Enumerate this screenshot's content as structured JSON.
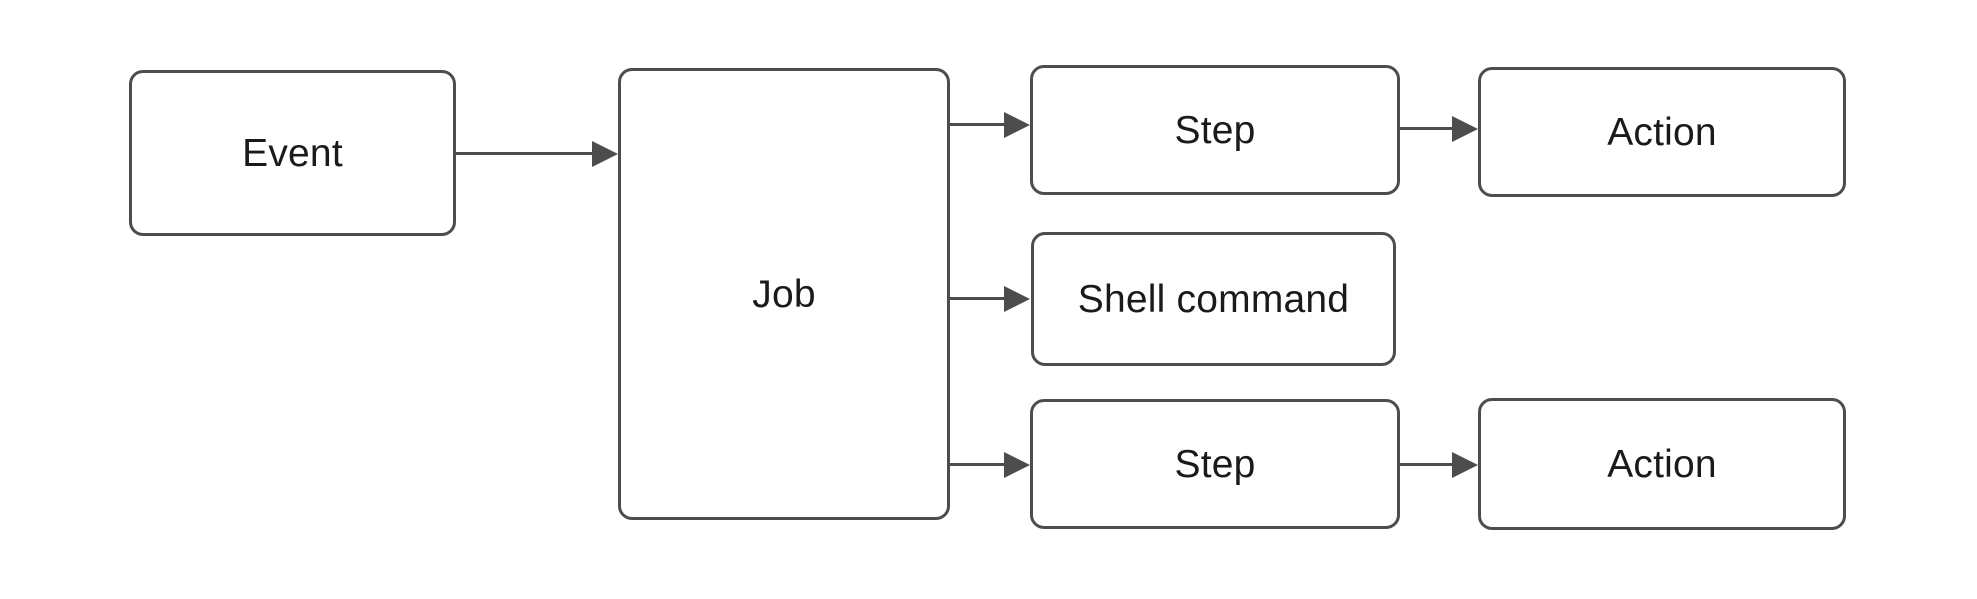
{
  "diagram": {
    "title": "Workflow event to job to steps diagram",
    "background_color": "#ffffff",
    "node_border_color": "#4d4d4d",
    "node_fill_color": "#ffffff",
    "connector_color": "#4d4d4d",
    "text_color": "#1a1a1a",
    "nodes": [
      {
        "id": "event",
        "label": "Event"
      },
      {
        "id": "job",
        "label": "Job"
      },
      {
        "id": "step1",
        "label": "Step"
      },
      {
        "id": "action1",
        "label": "Action"
      },
      {
        "id": "shell",
        "label": "Shell command"
      },
      {
        "id": "step2",
        "label": "Step"
      },
      {
        "id": "action2",
        "label": "Action"
      }
    ],
    "edges": [
      {
        "id": "event-job",
        "from": "Event",
        "to": "Job"
      },
      {
        "id": "job-step1",
        "from": "Job",
        "to": "Step"
      },
      {
        "id": "step1-action1",
        "from": "Step",
        "to": "Action"
      },
      {
        "id": "job-shell",
        "from": "Job",
        "to": "Shell command"
      },
      {
        "id": "job-step2",
        "from": "Job",
        "to": "Step"
      },
      {
        "id": "step2-action2",
        "from": "Step",
        "to": "Action"
      }
    ]
  }
}
